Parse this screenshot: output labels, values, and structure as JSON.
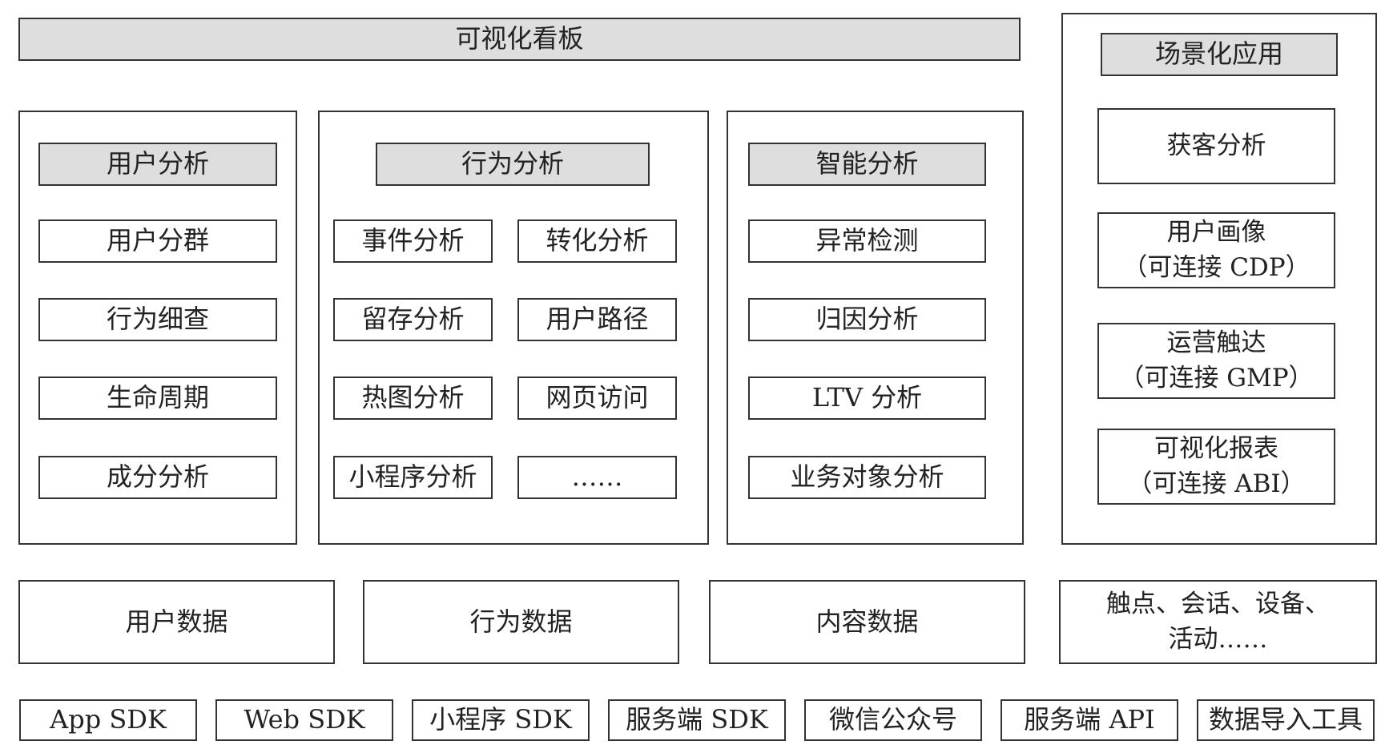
{
  "top_bar": "可视化看板",
  "user_analysis": {
    "title": "用户分析",
    "items": [
      "用户分群",
      "行为细查",
      "生命周期",
      "成分分析"
    ]
  },
  "behavior_analysis": {
    "title": "行为分析",
    "items": [
      "事件分析",
      "转化分析",
      "留存分析",
      "用户路径",
      "热图分析",
      "网页访问",
      "小程序分析",
      "……"
    ]
  },
  "smart_analysis": {
    "title": "智能分析",
    "items": [
      "异常检测",
      "归因分析",
      "LTV 分析",
      "业务对象分析"
    ]
  },
  "scenario": {
    "title": "场景化应用",
    "items": [
      {
        "line1": "获客分析",
        "line2": ""
      },
      {
        "line1": "用户画像",
        "line2": "（可连接 CDP）"
      },
      {
        "line1": "运营触达",
        "line2": "（可连接 GMP）"
      },
      {
        "line1": "可视化报表",
        "line2": "（可连接 ABI）"
      }
    ]
  },
  "data_layer": {
    "items": [
      "用户数据",
      "行为数据",
      "内容数据"
    ],
    "other_line1": "触点、会话、设备、",
    "other_line2": "活动……"
  },
  "sources": [
    "App SDK",
    "Web SDK",
    "小程序 SDK",
    "服务端 SDK",
    "微信公众号",
    "服务端 API",
    "数据导入工具"
  ],
  "colors": {
    "header_fill": "#dedede",
    "border": "#333333"
  }
}
